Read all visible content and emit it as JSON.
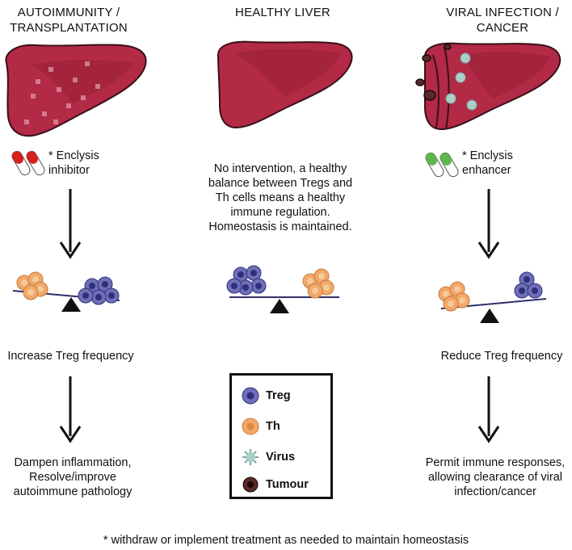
{
  "columns": {
    "left": {
      "title_line1": "AUTOIMMUNITY /",
      "title_line2": "TRANSPLANTATION",
      "pill_line1": "* Enclysis",
      "pill_line2": "inhibitor",
      "effect": "Increase Treg frequency",
      "outcome_line1": "Dampen inflammation,",
      "outcome_line2": "Resolve/improve",
      "outcome_line3": "autoimmune pathology"
    },
    "middle": {
      "title_line1": "HEALTHY LIVER",
      "text_line1": "No intervention, a healthy",
      "text_line2": "balance between Tregs and",
      "text_line3": "Th cells means a healthy",
      "text_line4": "immune regulation.",
      "text_line5": "Homeostasis is maintained."
    },
    "right": {
      "title_line1": "VIRAL INFECTION /",
      "title_line2": "CANCER",
      "pill_line1": "* Enclysis",
      "pill_line2": "enhancer",
      "effect": "Reduce Treg frequency",
      "outcome_line1": "Permit immune responses,",
      "outcome_line2": "allowing clearance of viral",
      "outcome_line3": "infection/cancer"
    }
  },
  "legend": [
    {
      "label": "Treg",
      "icon": "treg-cell-icon"
    },
    {
      "label": "Th",
      "icon": "th-cell-icon"
    },
    {
      "label": "Virus",
      "icon": "virus-icon"
    },
    {
      "label": "Tumour",
      "icon": "tumour-icon"
    }
  ],
  "footnote": "* withdraw or implement treatment as needed to maintain homeostasis",
  "colors": {
    "liver": "#b22a45",
    "liver_dark": "#8f1c33",
    "liver_outline": "#3a1018",
    "treg": "#6f6fb8",
    "treg_nucleus": "#2f2f7a",
    "th": "#f2a86a",
    "th_nucleus": "#f6c999",
    "virus": "#a9cfc8",
    "tumour": "#5a2a2a",
    "pill_red": "#d82020",
    "pill_green": "#5db84a"
  }
}
